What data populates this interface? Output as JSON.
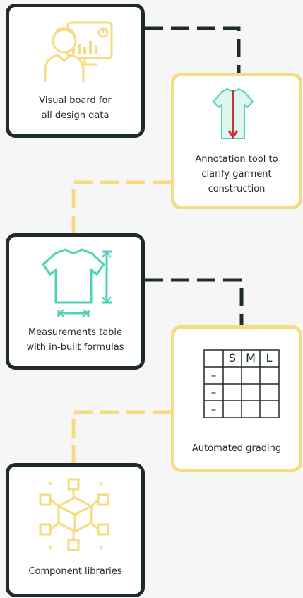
{
  "colors": {
    "dark": "#1f2a2e",
    "yellow": "#f5dc82",
    "teal": "#4fd1b8",
    "red": "#c8362f",
    "shirt_fill": "#dff6f3"
  },
  "cards": [
    {
      "text": "Visual board for\nall design data",
      "icon": "designer-dashboard-icon"
    },
    {
      "text": "Annotation tool to\nclarify garment\nconstruction",
      "icon": "tshirt-annotation-icon"
    },
    {
      "text": "Measurements table\nwith in-built formulas",
      "icon": "tshirt-measurements-icon"
    },
    {
      "text": "Automated grading",
      "icon": "size-grading-table-icon"
    },
    {
      "text": "Component libraries",
      "icon": "component-cube-icon"
    }
  ],
  "grading_table": {
    "headers": [
      "S",
      "M",
      "L"
    ],
    "row_markers": [
      "–",
      "–",
      "–"
    ]
  }
}
